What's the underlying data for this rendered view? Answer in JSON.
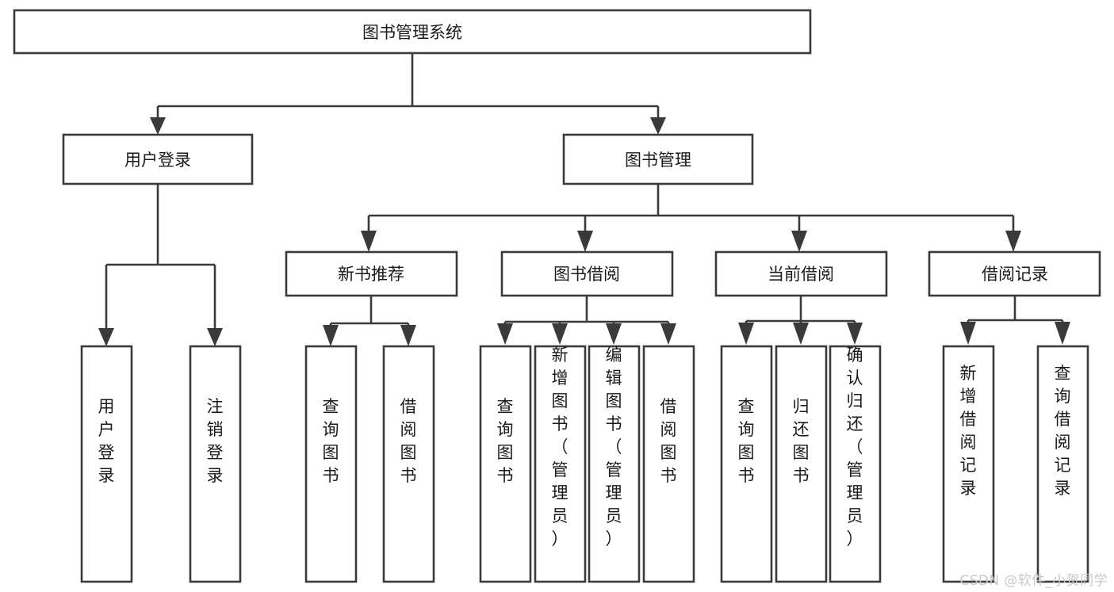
{
  "diagram": {
    "title": "图书管理系统",
    "type": "tree",
    "watermark": "CSDN @软件_小贺同学",
    "colors": {
      "box_stroke": "#3a3a3a",
      "box_fill": "#ffffff",
      "text": "#1a1a1a",
      "background": "#ffffff",
      "watermark": "#c9c9c9"
    },
    "root": {
      "label": "图书管理系统",
      "orientation": "horizontal"
    },
    "level2": [
      {
        "label": "用户登录",
        "orientation": "horizontal"
      },
      {
        "label": "图书管理",
        "orientation": "horizontal"
      }
    ],
    "level3": [
      {
        "label": "新书推荐",
        "orientation": "horizontal"
      },
      {
        "label": "图书借阅",
        "orientation": "horizontal"
      },
      {
        "label": "当前借阅",
        "orientation": "horizontal"
      },
      {
        "label": "借阅记录",
        "orientation": "horizontal"
      }
    ],
    "leaves": {
      "user_login": [
        {
          "label": "用户登录",
          "orientation": "vertical"
        },
        {
          "label": "注销登录",
          "orientation": "vertical"
        }
      ],
      "new_book_recommend": [
        {
          "label": "查询图书",
          "orientation": "vertical"
        },
        {
          "label": "借阅图书",
          "orientation": "vertical"
        }
      ],
      "book_borrow": [
        {
          "label": "查询图书",
          "orientation": "vertical"
        },
        {
          "label": "新增图书（管理员）",
          "orientation": "vertical"
        },
        {
          "label": "编辑图书（管理员）",
          "orientation": "vertical"
        },
        {
          "label": "借阅图书",
          "orientation": "vertical"
        }
      ],
      "current_borrow": [
        {
          "label": "查询图书",
          "orientation": "vertical"
        },
        {
          "label": "归还图书",
          "orientation": "vertical"
        },
        {
          "label": "确认归还（管理员）",
          "orientation": "vertical"
        }
      ],
      "borrow_record": [
        {
          "label": "新增借阅记录",
          "orientation": "vertical"
        },
        {
          "label": "查询借阅记录",
          "orientation": "vertical"
        }
      ]
    }
  }
}
